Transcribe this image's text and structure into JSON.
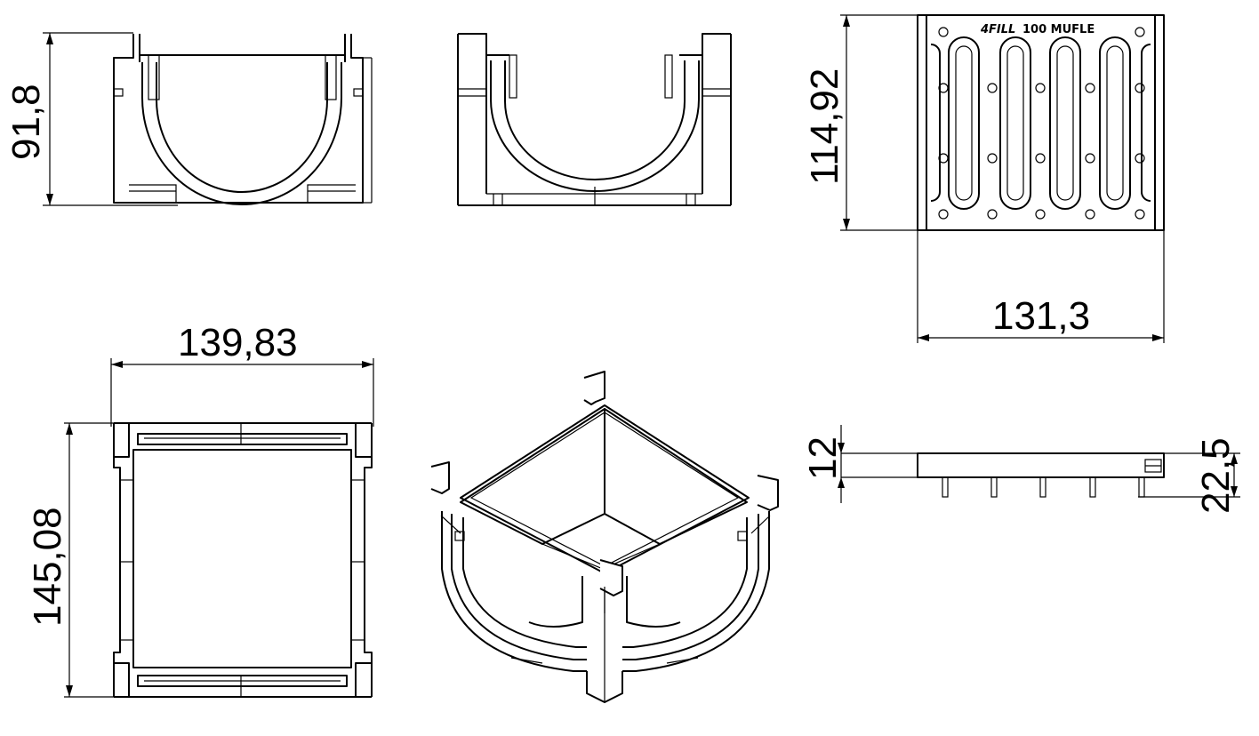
{
  "dimensions": {
    "front_height": "91,8",
    "grate_height": "114,92",
    "grate_width": "131,3",
    "top_width": "139,83",
    "top_length": "145,08",
    "side_thickness": "12",
    "side_total": "22,5"
  },
  "grate_marking": {
    "logo": "4FILL",
    "text": "100 MUFLE"
  }
}
